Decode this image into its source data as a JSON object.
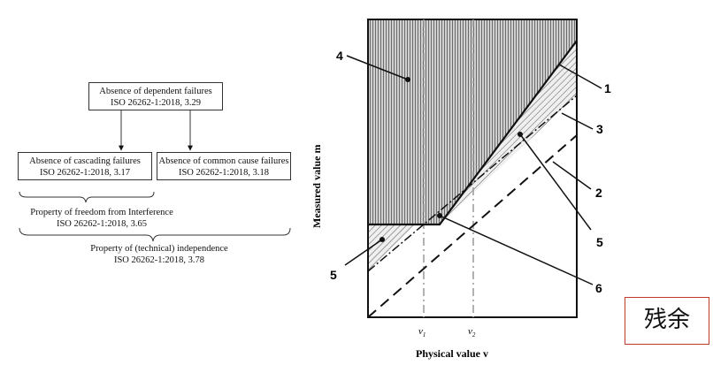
{
  "tree": {
    "top": {
      "line1": "Absence of dependent failures",
      "line2": "ISO 26262-1:2018, 3.29"
    },
    "left": {
      "line1": "Absence of cascading failures",
      "line2": "ISO 26262-1:2018, 3.17"
    },
    "right": {
      "line1": "Absence of common cause failures",
      "line2": "ISO 26262-1:2018, 3.18"
    },
    "freedom": {
      "line1": "Property of freedom from Interference",
      "line2": "ISO 26262-1:2018, 3.65"
    },
    "independence": {
      "line1": "Property of (technical) independence",
      "line2": "ISO 26262-1:2018, 3.78"
    }
  },
  "graph": {
    "y_label": "Measured value m",
    "x_label": "Physical value v",
    "v1": "v",
    "v1_sub": "1",
    "v2": "v",
    "v2_sub": "2",
    "callouts": [
      "1",
      "2",
      "3",
      "4",
      "5",
      "5",
      "6"
    ]
  },
  "badge": "残余"
}
